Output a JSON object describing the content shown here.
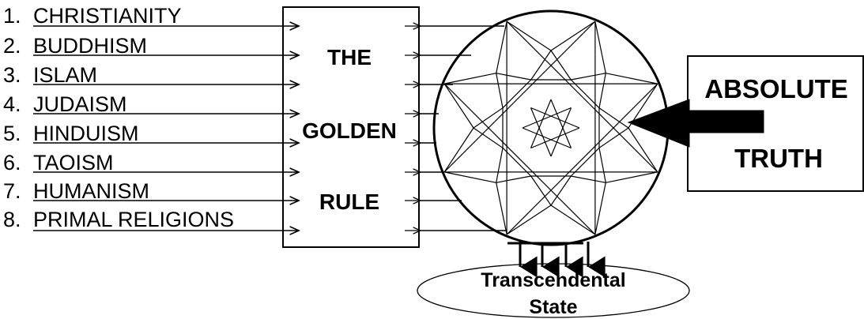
{
  "religions": [
    {
      "num": "1.",
      "name": "CHRISTIANITY"
    },
    {
      "num": "2.",
      "name": "BUDDHISM"
    },
    {
      "num": "3.",
      "name": "ISLAM"
    },
    {
      "num": "4.",
      "name": "JUDAISM"
    },
    {
      "num": "5.",
      "name": "HINDUISM"
    },
    {
      "num": "6.",
      "name": "TAOISM"
    },
    {
      "num": "7.",
      "name": "HUMANISM"
    },
    {
      "num": "8.",
      "name": "PRIMAL RELIGIONS"
    }
  ],
  "rule_box": {
    "words": [
      "THE",
      "GOLDEN",
      "RULE"
    ]
  },
  "absolute_box": {
    "line1": "ABSOLUTE",
    "line2": "TRUTH"
  },
  "outcome": {
    "line1": "Transcendental",
    "line2": "State"
  },
  "colors": {
    "stroke": "#000000",
    "background": "#ffffff"
  }
}
